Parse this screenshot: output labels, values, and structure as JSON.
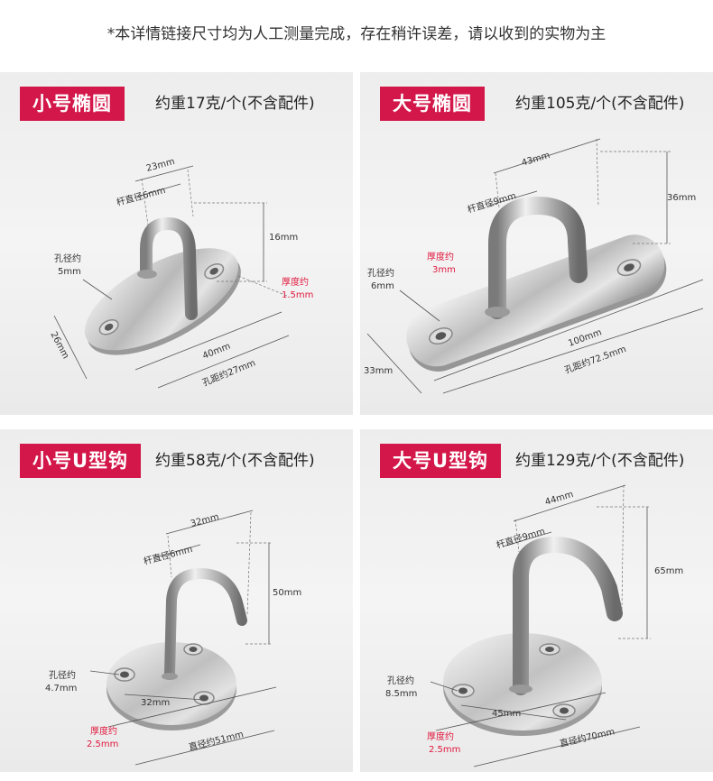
{
  "note": "*本详情链接尺寸均为人工测量完成，存在稍许误差，请以收到的实物为主",
  "panels": [
    {
      "tag": "小号椭圆",
      "weight": "约重17克/个(不含配件)",
      "labels": {
        "top": "23mm",
        "rod": "杆直径6mm",
        "height": "16mm",
        "hole_a": "孔径约",
        "hole_b": "5mm",
        "thick_a": "厚度约",
        "thick_b": "1.5mm",
        "width": "26mm",
        "length": "40mm",
        "pitch": "孔距约27mm"
      }
    },
    {
      "tag": "大号椭圆",
      "weight": "约重105克/个(不含配件)",
      "labels": {
        "top": "43mm",
        "rod": "杆直径9mm",
        "height": "36mm",
        "thick_a": "厚度约",
        "thick_b": "3mm",
        "hole_a": "孔径约",
        "hole_b": "6mm",
        "width": "33mm",
        "length": "100mm",
        "pitch": "孔距约72.5mm"
      }
    },
    {
      "tag": "小号U型钩",
      "weight": "约重58克/个(不含配件)",
      "labels": {
        "top": "32mm",
        "rod": "杆直径6mm",
        "height": "50mm",
        "hole_a": "孔径约",
        "hole_b": "4.7mm",
        "pitch": "32mm",
        "thick_a": "厚度约",
        "thick_b": "2.5mm",
        "diameter": "直径约51mm"
      }
    },
    {
      "tag": "大号U型钩",
      "weight": "约重129克/个(不含配件)",
      "labels": {
        "top": "44mm",
        "rod": "杆直径9mm",
        "height": "65mm",
        "hole_a": "孔径约",
        "hole_b": "8.5mm",
        "pitch": "45mm",
        "thick_a": "厚度约",
        "thick_b": "2.5mm",
        "diameter": "直径约70mm"
      }
    }
  ],
  "colors": {
    "accent": "#d3174a",
    "thickness_text": "#e0193e"
  }
}
